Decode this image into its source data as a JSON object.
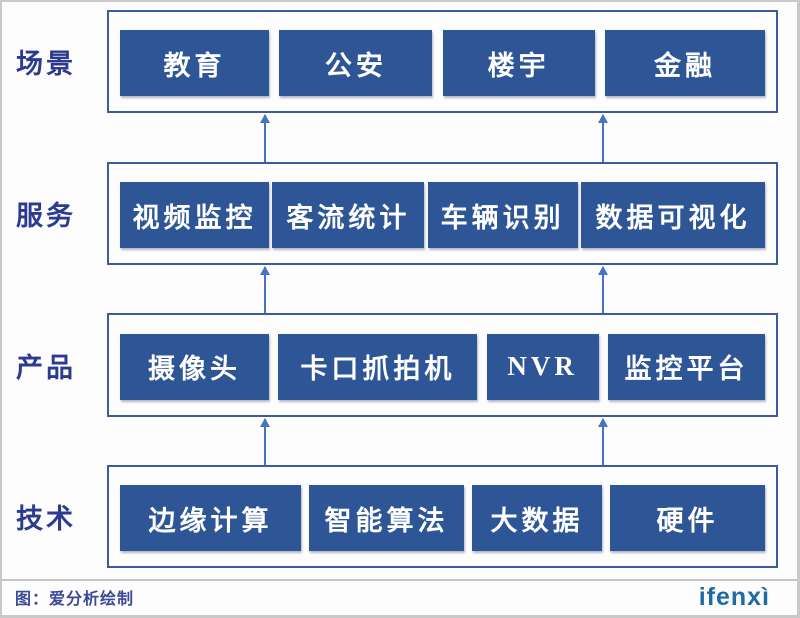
{
  "diagram": {
    "rows": [
      {
        "id": "scenarios",
        "label": "场景",
        "boxes": [
          "教育",
          "公安",
          "楼宇",
          "金融"
        ]
      },
      {
        "id": "services",
        "label": "服务",
        "boxes": [
          "视频监控",
          "客流统计",
          "车辆识别",
          "数据可视化"
        ]
      },
      {
        "id": "products",
        "label": "产品",
        "boxes": [
          "摄像头",
          "卡口抓拍机",
          "NVR",
          "监控平台"
        ]
      },
      {
        "id": "technology",
        "label": "技术",
        "boxes": [
          "边缘计算",
          "智能算法",
          "大数据",
          "硬件"
        ]
      }
    ],
    "colors": {
      "box_fill": "#2e5697",
      "container_border": "#3c5a9e",
      "arrow": "#4472c4",
      "row_label_text": "#2c3a8f",
      "box_text": "#ffffff"
    }
  },
  "footer": {
    "credit": "图：爱分析绘制",
    "logo": "ifenxì",
    "logo_color": "#1c6ba6"
  }
}
